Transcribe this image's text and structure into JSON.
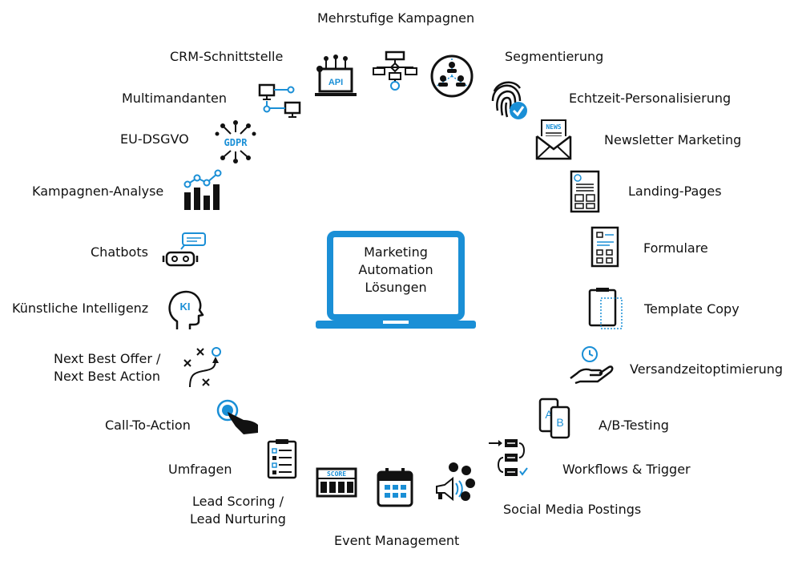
{
  "colors": {
    "accent": "#1a8fd6",
    "dark": "#111111"
  },
  "center": {
    "line1": "Marketing",
    "line2": "Automation",
    "line3": "Lösungen"
  },
  "features": {
    "mehrstufige_kampagnen": "Mehrstufige Kampagnen",
    "crm_schnittstelle": "CRM-Schnittstelle",
    "segmentierung": "Segmentierung",
    "multimandanten": "Multimandanten",
    "echtzeit_personalisierung": "Echtzeit-Personalisierung",
    "eu_dsgvo": "EU-DSGVO",
    "newsletter_marketing": "Newsletter Marketing",
    "kampagnen_analyse": "Kampagnen-Analyse",
    "landing_pages": "Landing-Pages",
    "chatbots": "Chatbots",
    "formulare": "Formulare",
    "kuenstliche_intelligenz": "Künstliche Intelligenz",
    "template_copy": "Template Copy",
    "next_best_offer_line1": "Next Best Offer /",
    "next_best_offer_line2": "Next Best Action",
    "versandzeitoptimierung": "Versandzeitoptimierung",
    "call_to_action": "Call-To-Action",
    "ab_testing": "A/B-Testing",
    "umfragen": "Umfragen",
    "workflows_trigger": "Workflows & Trigger",
    "lead_scoring_line1": "Lead Scoring /",
    "lead_scoring_line2": "Lead Nurturing",
    "social_media_postings": "Social Media Postings",
    "event_management": "Event Management"
  },
  "icon_text": {
    "api": "API",
    "gdpr": "GDPR",
    "news": "NEWS",
    "ki": "KI",
    "score": "SCORE",
    "ab_a": "A",
    "ab_b": "B"
  },
  "icons": [
    "api-icon",
    "flowchart-icon",
    "segmentation-icon",
    "network-icon",
    "fingerprint-icon",
    "gdpr-icon",
    "newsletter-icon",
    "analytics-chart-icon",
    "landing-page-icon",
    "chatbot-icon",
    "form-icon",
    "ai-head-icon",
    "template-copy-icon",
    "strategy-icon",
    "hand-clock-icon",
    "touch-icon",
    "ab-test-icon",
    "survey-clipboard-icon",
    "workflow-icon",
    "scoreboard-icon",
    "calendar-icon",
    "social-megaphone-icon",
    "laptop-icon"
  ]
}
